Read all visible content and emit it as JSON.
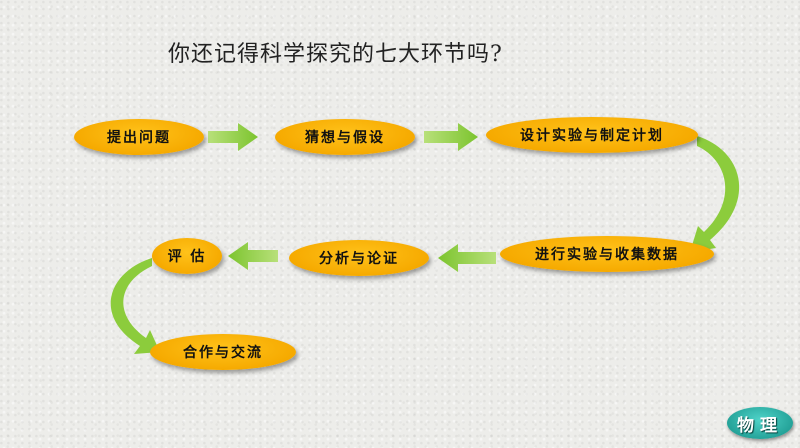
{
  "title": "你还记得科学探究的七大环节吗?",
  "steps": [
    {
      "label": "提出问题"
    },
    {
      "label": "猜想与假设"
    },
    {
      "label": "设计实验与制定计划"
    },
    {
      "label": "进行实验与收集数据"
    },
    {
      "label": "分析与论证"
    },
    {
      "label": "评 估"
    },
    {
      "label": "合作与交流"
    }
  ],
  "colors": {
    "node": "#f6aa00",
    "arrow": "#8ccc3c"
  },
  "logo": {
    "text": "物理",
    "icon": "physics-logo-icon"
  }
}
